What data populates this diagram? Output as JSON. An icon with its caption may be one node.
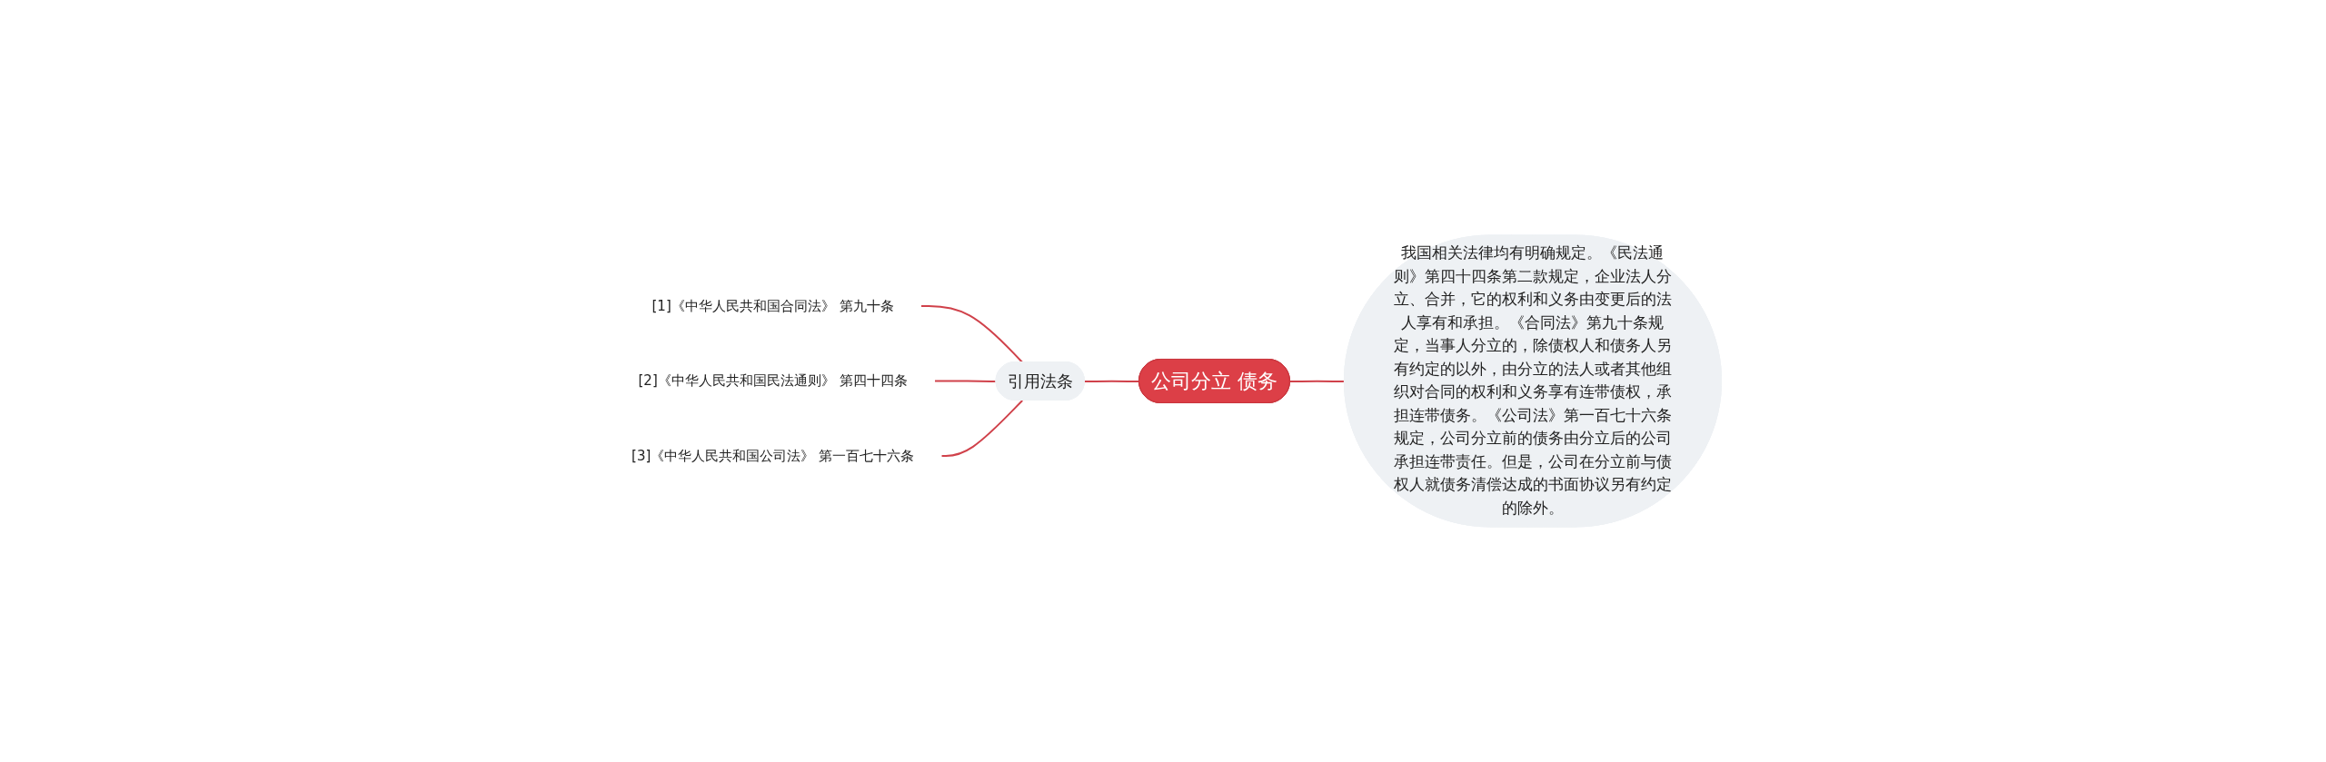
{
  "diagram": {
    "nodes": [
      {
        "text": [
          "公司分立 债务"
        ]
      },
      {
        "text": [
          "我国相关法律均有明确规定。《民法通则》第四十四条第二款规定，企业法人分立、合并，它的权利和义务由变更后的法人享有和承担。《合同法》第九十条规定，当事人分立的，除债权人和债务人另有约定的以外，由分立的法人或者其他组织对合同的权利和义务享有连带债权，承担连带债务。《公司法》第一百七十六条规定，公司分立前的债务由分立后的公司承担连带责任。但是，公司在分立前与债权人就债务清偿达成的书面协议另有约定的除外。"
        ]
      },
      {
        "text": [
          "引用法条"
        ]
      },
      {
        "text": [
          "[1]《中华人民共和国合同法》 第九十条"
        ]
      },
      {
        "text": [
          "[2]《中华人民共和国民法通则》 第四十四条"
        ]
      },
      {
        "text": [
          "[3]《中华人民共和国公司法》 第一百七十六条"
        ]
      }
    ],
    "edges": [
      {
        "from": 2,
        "to": 0,
        "arrow": "none"
      },
      {
        "from": 0,
        "to": 1,
        "arrow": "none"
      },
      {
        "from": 3,
        "to": 2,
        "arrow": "none"
      },
      {
        "from": 4,
        "to": 2,
        "arrow": "none"
      },
      {
        "from": 5,
        "to": 2,
        "arrow": "none"
      }
    ]
  }
}
